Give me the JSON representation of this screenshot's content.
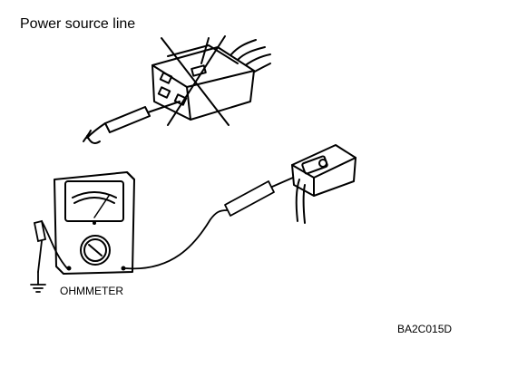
{
  "labels": {
    "power_source_line": "Power source line",
    "ohmmeter": "OHMMETER",
    "figure_code": "BA2C015D"
  },
  "colors": {
    "ink": "#000000",
    "background": "#ffffff"
  }
}
